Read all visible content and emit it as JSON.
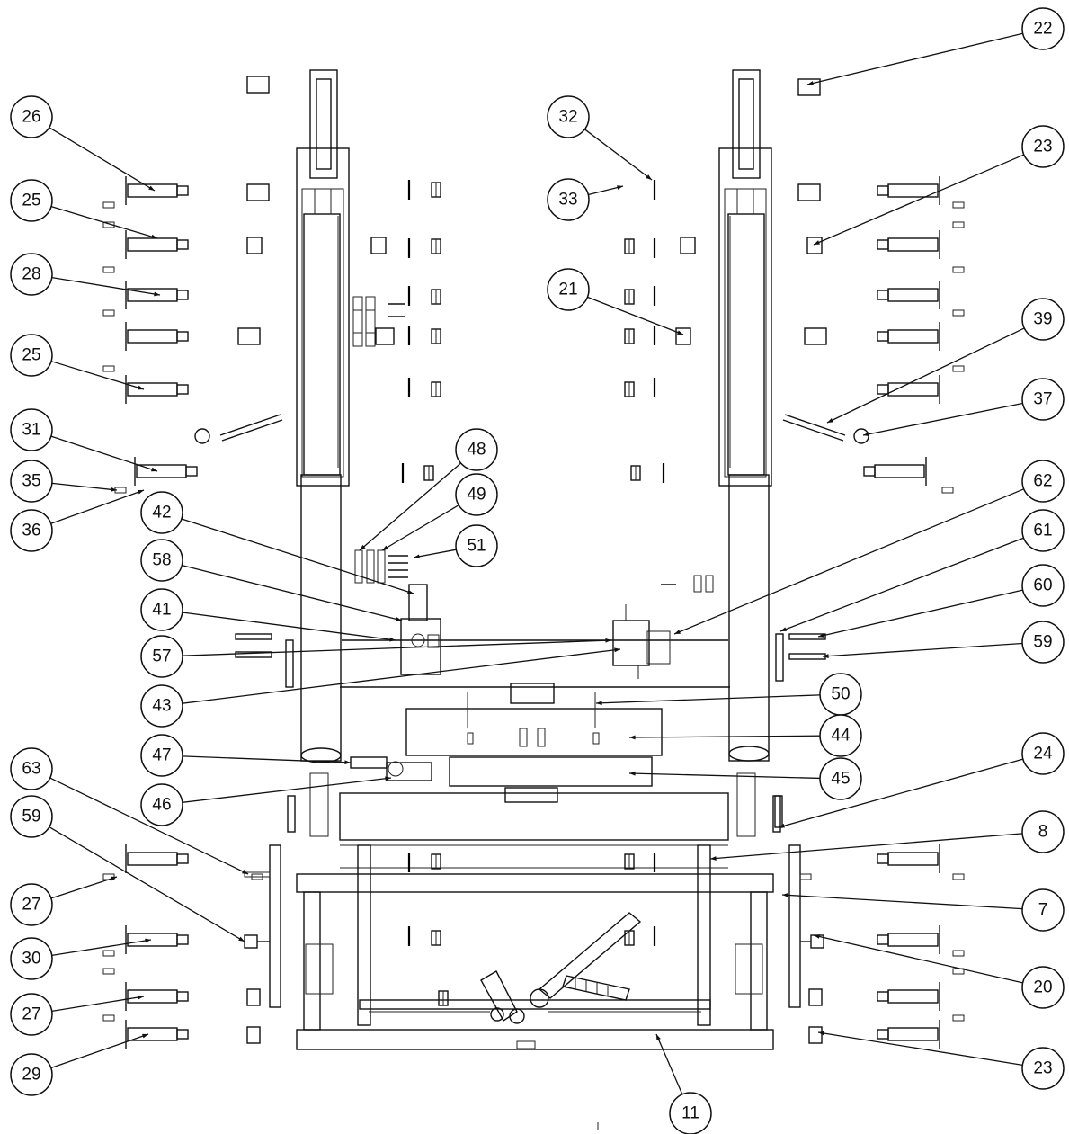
{
  "callouts": [
    {
      "label": "22"
    },
    {
      "label": "26"
    },
    {
      "label": "32"
    },
    {
      "label": "23"
    },
    {
      "label": "25"
    },
    {
      "label": "33"
    },
    {
      "label": "28"
    },
    {
      "label": "21"
    },
    {
      "label": "39"
    },
    {
      "label": "25"
    },
    {
      "label": "37"
    },
    {
      "label": "31"
    },
    {
      "label": "48"
    },
    {
      "label": "35"
    },
    {
      "label": "49"
    },
    {
      "label": "62"
    },
    {
      "label": "36"
    },
    {
      "label": "42"
    },
    {
      "label": "51"
    },
    {
      "label": "61"
    },
    {
      "label": "58"
    },
    {
      "label": "60"
    },
    {
      "label": "41"
    },
    {
      "label": "59"
    },
    {
      "label": "57"
    },
    {
      "label": "43"
    },
    {
      "label": "50"
    },
    {
      "label": "44"
    },
    {
      "label": "47"
    },
    {
      "label": "63"
    },
    {
      "label": "45"
    },
    {
      "label": "24"
    },
    {
      "label": "46"
    },
    {
      "label": "59"
    },
    {
      "label": "8"
    },
    {
      "label": "27"
    },
    {
      "label": "7"
    },
    {
      "label": "30"
    },
    {
      "label": "20"
    },
    {
      "label": "27"
    },
    {
      "label": "29"
    },
    {
      "label": "23"
    },
    {
      "label": "11"
    }
  ]
}
